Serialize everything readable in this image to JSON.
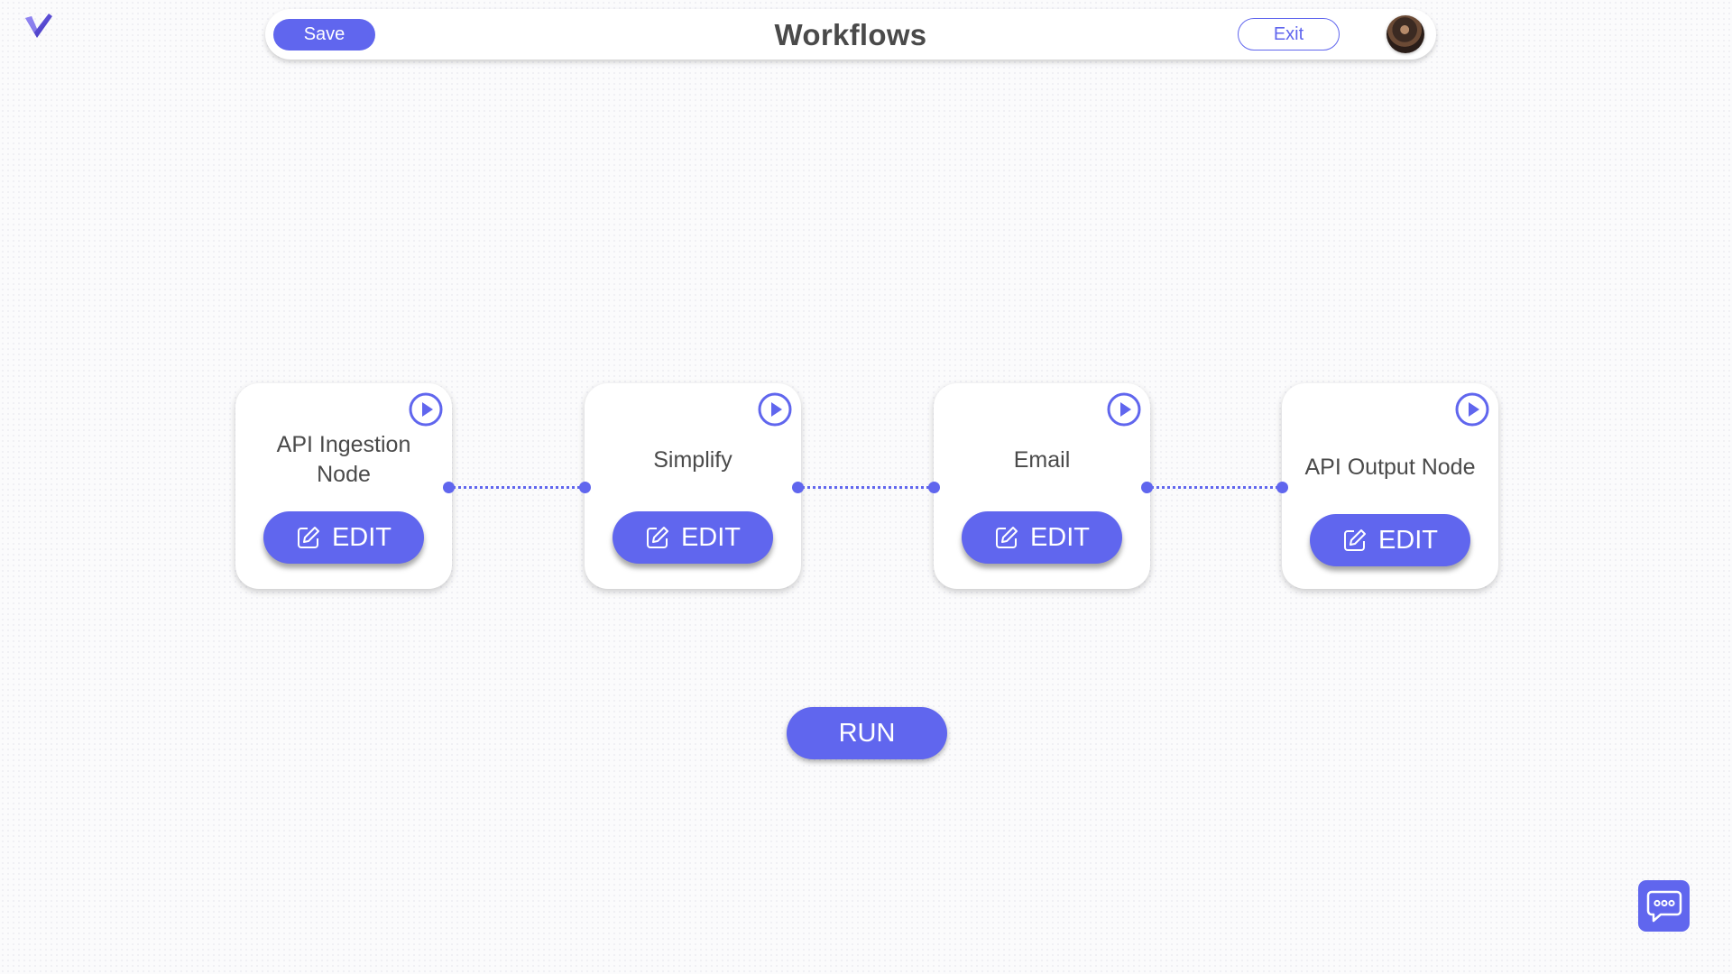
{
  "app": {
    "logo_icon": "v-check-logo-icon",
    "accent_color": "#6066ee"
  },
  "header": {
    "save_label": "Save",
    "title": "Workflows",
    "exit_label": "Exit",
    "avatar_icon": "user-avatar"
  },
  "workflow": {
    "nodes": [
      {
        "label": "API Ingestion Node",
        "edit_label": "EDIT"
      },
      {
        "label": "Simplify",
        "edit_label": "EDIT"
      },
      {
        "label": "Email",
        "edit_label": "EDIT"
      },
      {
        "label": "API Output Node",
        "edit_label": "EDIT"
      }
    ],
    "node_icons": {
      "play": "play-circle-icon",
      "edit": "edit-pencil-icon"
    },
    "run_label": "RUN"
  },
  "chat": {
    "icon": "chat-bubble-icon"
  }
}
